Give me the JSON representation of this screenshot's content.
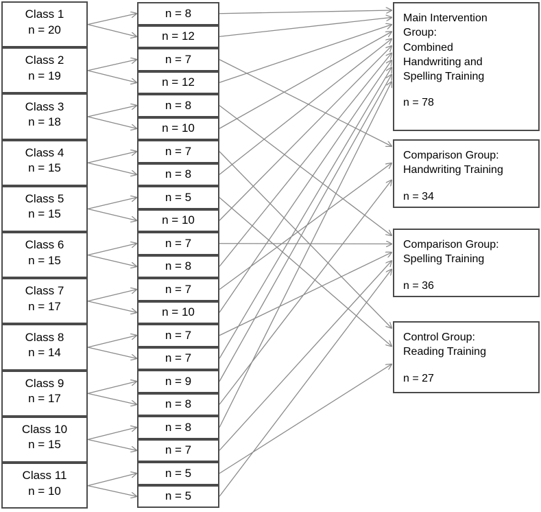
{
  "diagram": {
    "type": "participant-allocation-flowchart",
    "colors": {
      "box_border": "#4a4a4a",
      "connector": "#8a8a8a",
      "text": "#000000",
      "background": "#ffffff"
    },
    "classes": [
      {
        "name": "Class 1",
        "n_label": "n = 20",
        "n": 20
      },
      {
        "name": "Class 2",
        "n_label": "n = 19",
        "n": 19
      },
      {
        "name": "Class 3",
        "n_label": "n = 18",
        "n": 18
      },
      {
        "name": "Class 4",
        "n_label": "n = 15",
        "n": 15
      },
      {
        "name": "Class 5",
        "n_label": "n = 15",
        "n": 15
      },
      {
        "name": "Class 6",
        "n_label": "n = 15",
        "n": 15
      },
      {
        "name": "Class 7",
        "n_label": "n = 17",
        "n": 17
      },
      {
        "name": "Class 8",
        "n_label": "n = 14",
        "n": 14
      },
      {
        "name": "Class 9",
        "n_label": "n = 17",
        "n": 17
      },
      {
        "name": "Class 10",
        "n_label": "n = 15",
        "n": 15
      },
      {
        "name": "Class 11",
        "n_label": "n = 10",
        "n": 10
      }
    ],
    "subgroups": [
      {
        "n_label": "n = 8",
        "n": 8,
        "class_index": 0,
        "target": 0
      },
      {
        "n_label": "n = 12",
        "n": 12,
        "class_index": 0,
        "target": 0
      },
      {
        "n_label": "n = 7",
        "n": 7,
        "class_index": 1,
        "target": 1
      },
      {
        "n_label": "n = 12",
        "n": 12,
        "class_index": 1,
        "target": 0
      },
      {
        "n_label": "n = 8",
        "n": 8,
        "class_index": 2,
        "target": 2
      },
      {
        "n_label": "n = 10",
        "n": 10,
        "class_index": 2,
        "target": 0
      },
      {
        "n_label": "n = 7",
        "n": 7,
        "class_index": 3,
        "target": 3
      },
      {
        "n_label": "n = 8",
        "n": 8,
        "class_index": 3,
        "target": 0
      },
      {
        "n_label": "n = 5",
        "n": 5,
        "class_index": 4,
        "target": 3
      },
      {
        "n_label": "n = 10",
        "n": 10,
        "class_index": 4,
        "target": 0
      },
      {
        "n_label": "n = 7",
        "n": 7,
        "class_index": 5,
        "target": 2
      },
      {
        "n_label": "n = 8",
        "n": 8,
        "class_index": 5,
        "target": 0
      },
      {
        "n_label": "n = 7",
        "n": 7,
        "class_index": 6,
        "target": 1
      },
      {
        "n_label": "n = 10",
        "n": 10,
        "class_index": 6,
        "target": 0
      },
      {
        "n_label": "n = 7",
        "n": 7,
        "class_index": 7,
        "target": 2
      },
      {
        "n_label": "n = 7",
        "n": 7,
        "class_index": 7,
        "target": 0
      },
      {
        "n_label": "n = 9",
        "n": 9,
        "class_index": 8,
        "target": 0
      },
      {
        "n_label": "n = 8",
        "n": 8,
        "class_index": 8,
        "target": 1
      },
      {
        "n_label": "n = 8",
        "n": 8,
        "class_index": 9,
        "target": 0
      },
      {
        "n_label": "n = 7",
        "n": 7,
        "class_index": 9,
        "target": 2
      },
      {
        "n_label": "n = 5",
        "n": 5,
        "class_index": 10,
        "target": 3
      },
      {
        "n_label": "n = 5",
        "n": 5,
        "class_index": 10,
        "target": 2
      }
    ],
    "groups": [
      {
        "id": "main-intervention",
        "lines": [
          "Main Intervention",
          "Group:",
          "Combined",
          "Handwriting and",
          "Spelling Training"
        ],
        "n_label": "n = 78",
        "n": 78
      },
      {
        "id": "comparison-handwriting",
        "lines": [
          "Comparison Group:",
          "Handwriting Training"
        ],
        "n_label": "n = 34",
        "n": 34
      },
      {
        "id": "comparison-spelling",
        "lines": [
          "Comparison Group:",
          "Spelling Training"
        ],
        "n_label": "n = 36",
        "n": 36
      },
      {
        "id": "control-reading",
        "lines": [
          "Control Group:",
          "Reading Training"
        ],
        "n_label": "n = 27",
        "n": 27
      }
    ]
  }
}
